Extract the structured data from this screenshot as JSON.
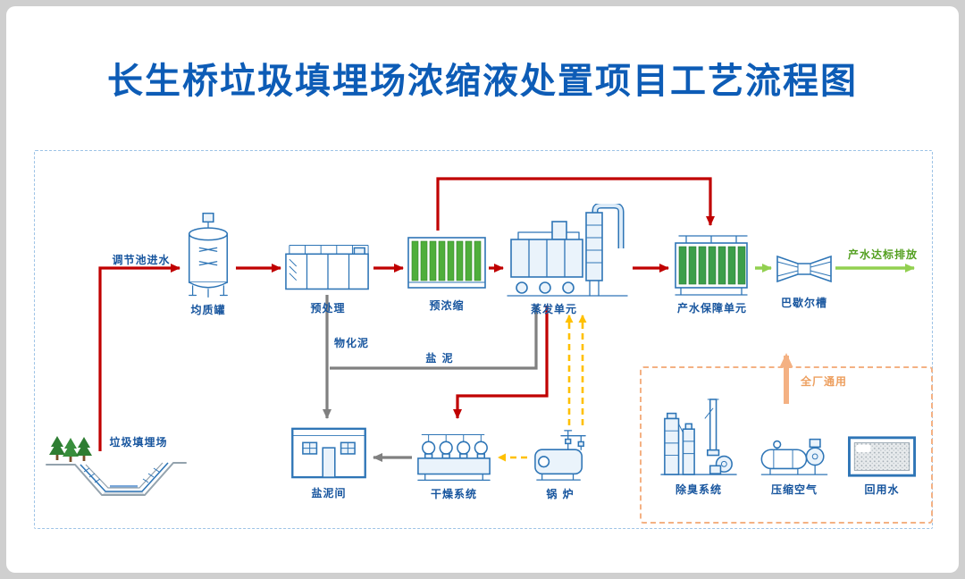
{
  "title": "长生桥垃圾填埋场浓缩液处置项目工艺流程图",
  "colors": {
    "title_blue": "#0d5cb6",
    "label_blue": "#17559e",
    "equipment_blue": "#2e75b6",
    "flow_red": "#c00000",
    "flow_gray": "#808080",
    "flow_green": "#92d050",
    "discharge_text_green": "#54a021",
    "flow_yellow": "#ffc000",
    "utility_orange": "#f4b183",
    "diagram_border_blue": "#9dc3e6"
  },
  "nodes": {
    "landfill": {
      "label": "垃圾填埋场"
    },
    "homogenization_tank": {
      "label": "均质罐"
    },
    "pretreatment": {
      "label": "预处理"
    },
    "preconcentration": {
      "label": "预浓缩"
    },
    "evaporation_unit": {
      "label": "蒸发单元"
    },
    "product_water_guarantee_unit": {
      "label": "产水保障单元"
    },
    "parshall_flume": {
      "label": "巴歇尔槽"
    },
    "salt_sludge_room": {
      "label": "盐泥间"
    },
    "drying_system": {
      "label": "干燥系统"
    },
    "boiler": {
      "label": "锅 炉"
    },
    "deodorization_system": {
      "label": "除臭系统"
    },
    "compressed_air": {
      "label": "压缩空气"
    },
    "reuse_water": {
      "label": "回用水"
    }
  },
  "flows": {
    "inlet_label": "调节池进水",
    "discharge_label": "产水达标排放",
    "physicochemical_sludge_label": "物化泥",
    "salt_sludge_label": "盐 泥",
    "plant_wide_label": "全厂通用"
  }
}
